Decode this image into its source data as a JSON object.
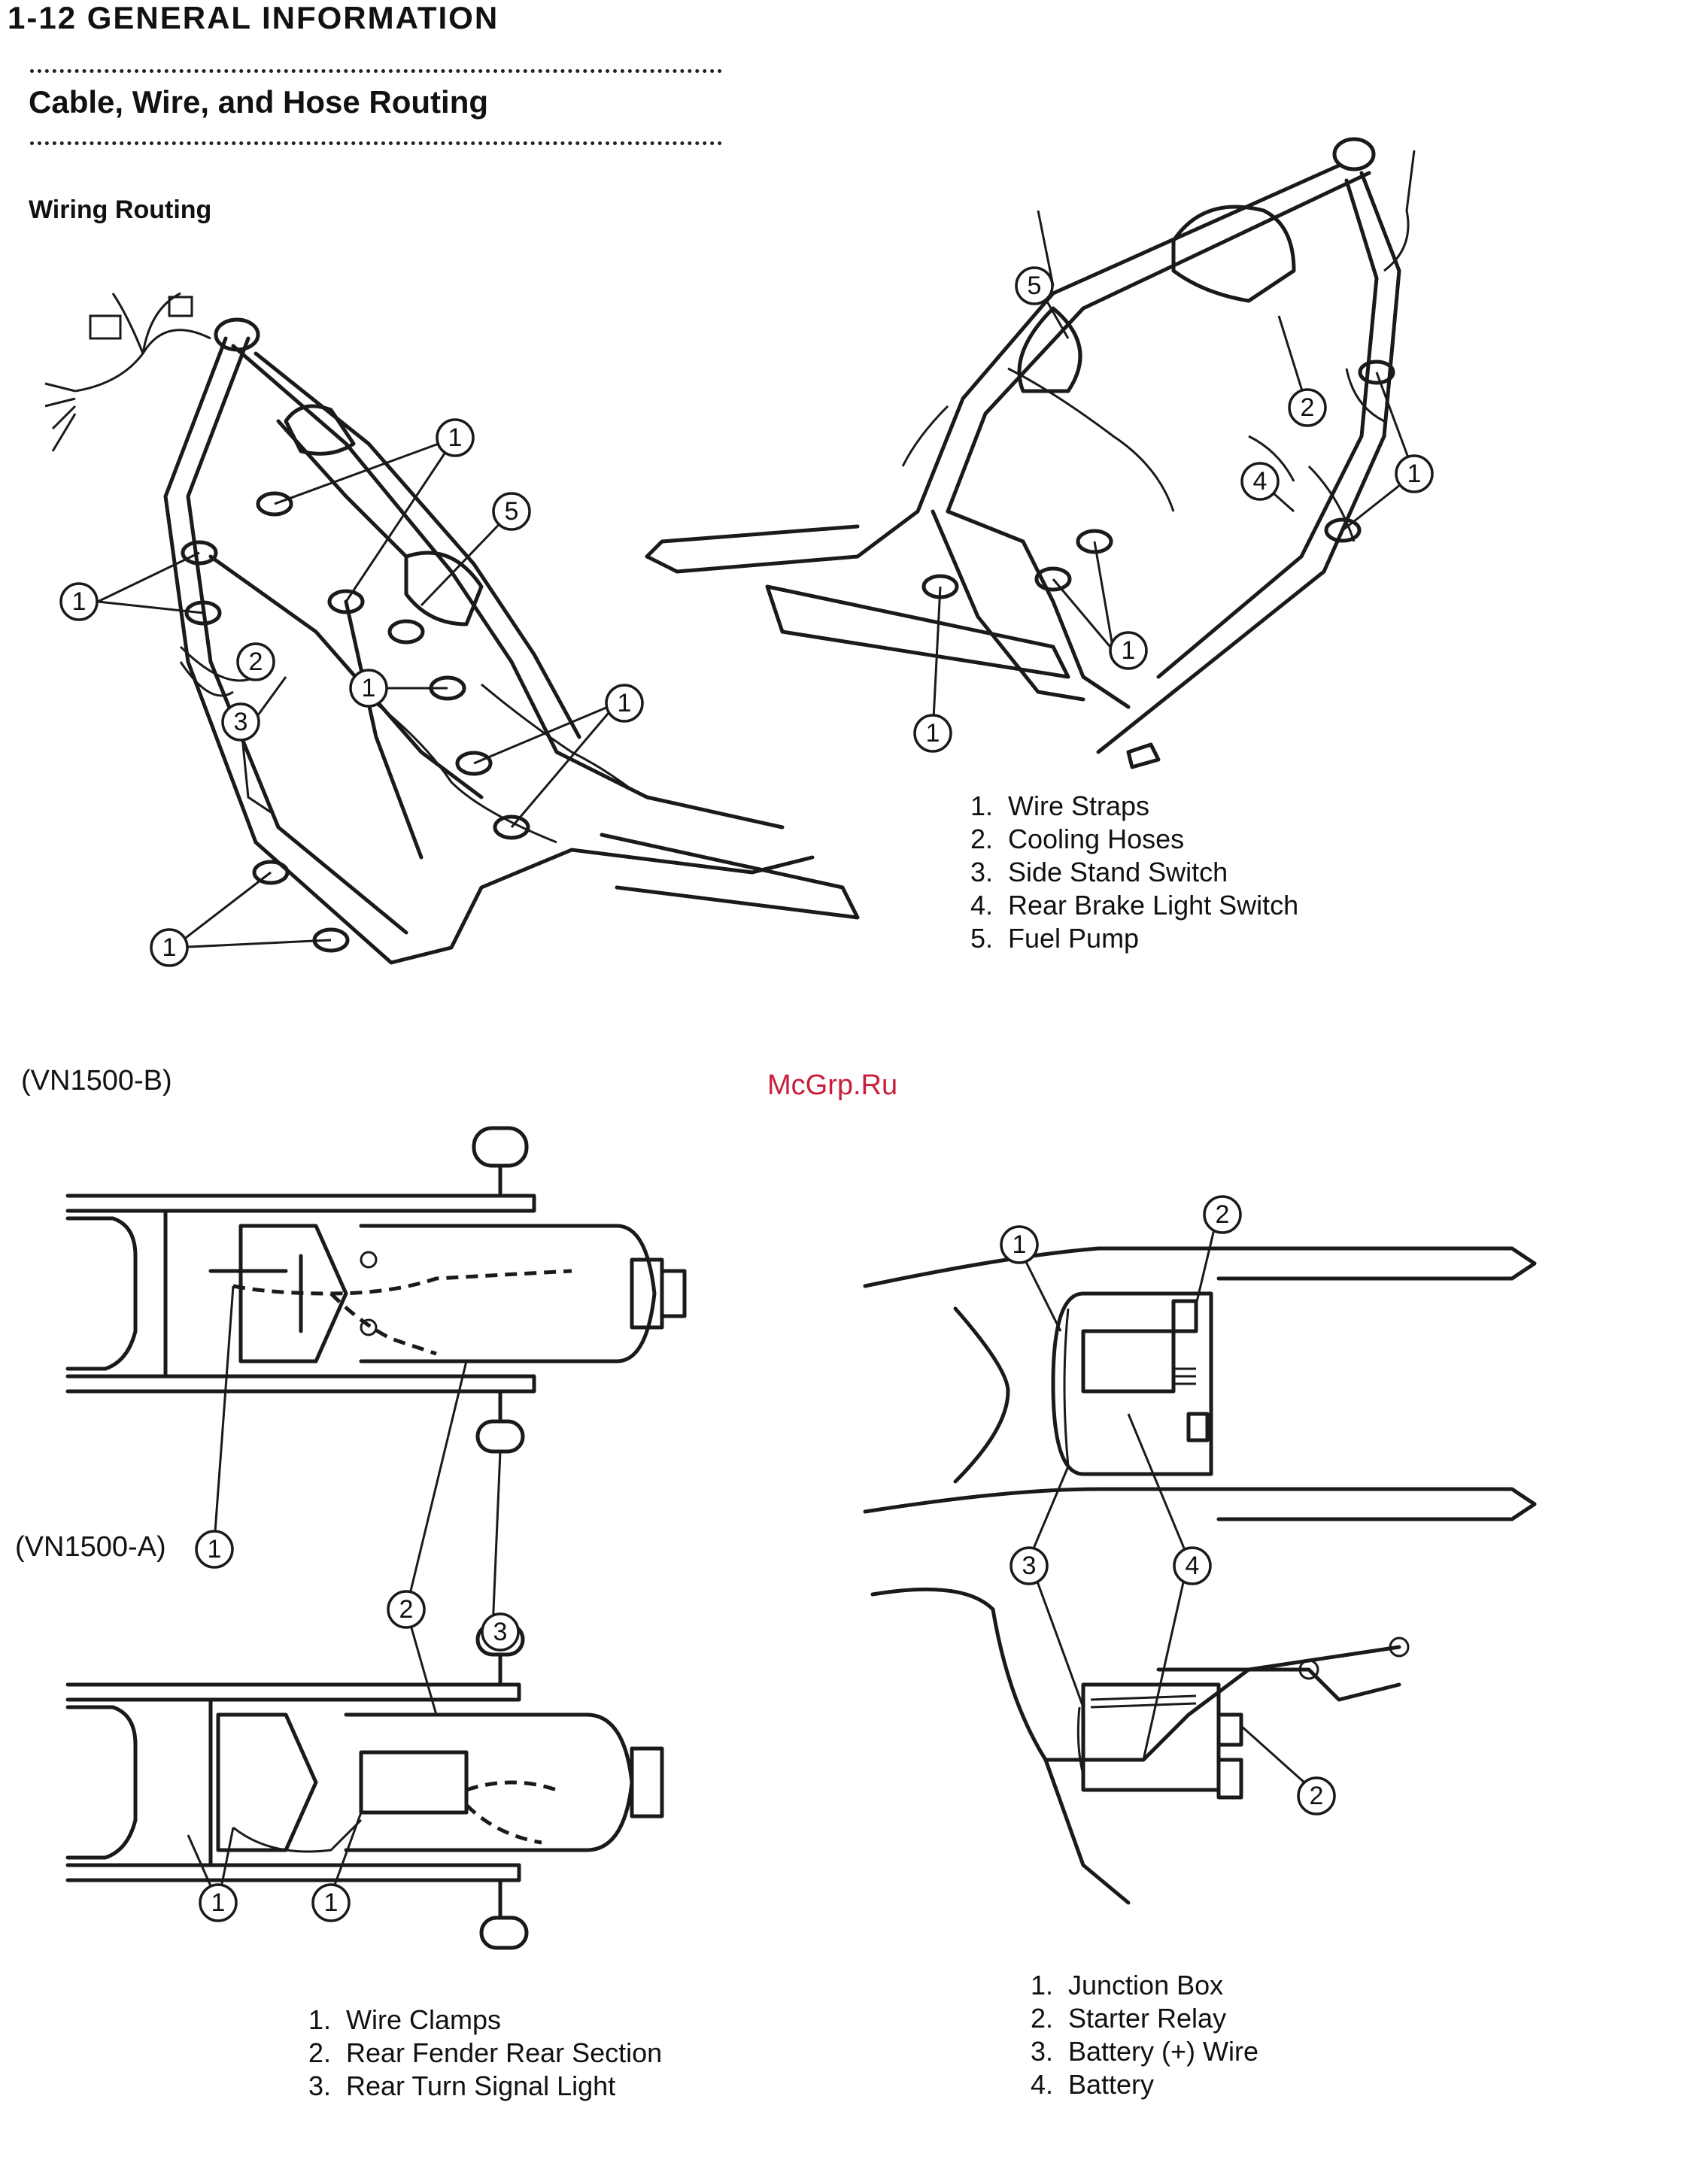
{
  "page": {
    "header": "1-12 GENERAL INFORMATION",
    "section_title": "Cable, Wire, and Hose Routing",
    "subsection_title": "Wiring Routing",
    "watermark": "McGrp.Ru"
  },
  "figure_top": {
    "legend": [
      {
        "num": "1.",
        "label": "Wire Straps"
      },
      {
        "num": "2.",
        "label": "Cooling Hoses"
      },
      {
        "num": "3.",
        "label": "Side Stand Switch"
      },
      {
        "num": "4.",
        "label": "Rear Brake Light Switch"
      },
      {
        "num": "5.",
        "label": "Fuel Pump"
      }
    ]
  },
  "figure_bottom_left": {
    "model_b": "(VN1500-B)",
    "model_a": "(VN1500-A)",
    "legend": [
      {
        "num": "1.",
        "label": "Wire Clamps"
      },
      {
        "num": "2.",
        "label": "Rear Fender Rear Section"
      },
      {
        "num": "3.",
        "label": "Rear Turn Signal Light"
      }
    ]
  },
  "figure_bottom_right": {
    "legend": [
      {
        "num": "1.",
        "label": "Junction Box"
      },
      {
        "num": "2.",
        "label": "Starter Relay"
      },
      {
        "num": "3.",
        "label": "Battery (+) Wire"
      },
      {
        "num": "4.",
        "label": "Battery"
      }
    ]
  },
  "callout_numbers": {
    "n1": "1",
    "n2": "2",
    "n3": "3",
    "n4": "4",
    "n5": "5"
  }
}
